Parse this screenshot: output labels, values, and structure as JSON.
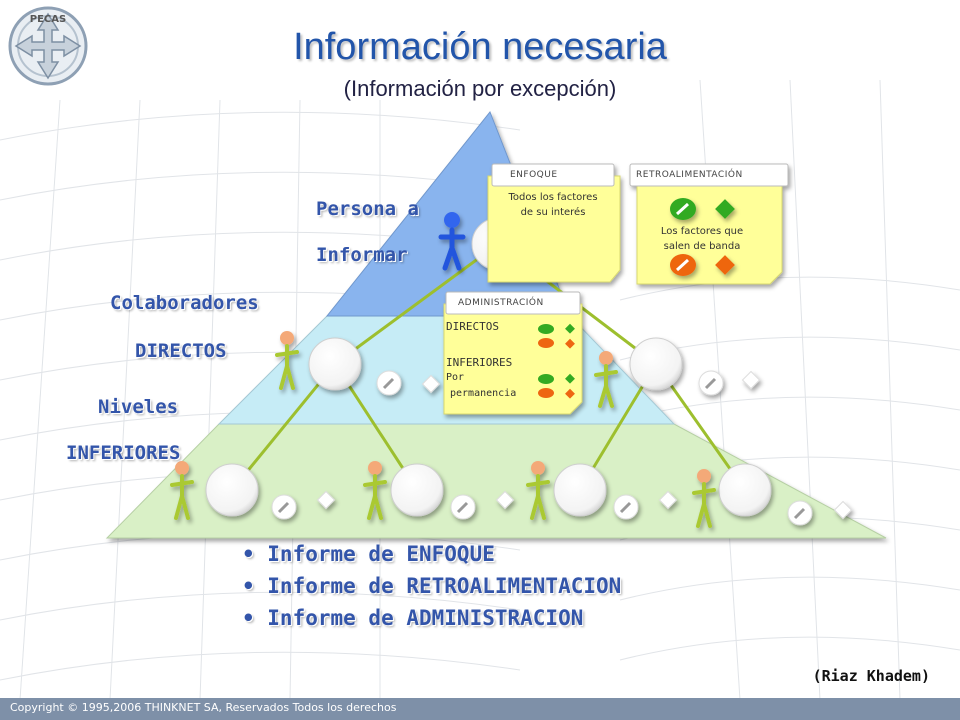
{
  "header": {
    "title": "Información necesaria",
    "subtitle": "(Información por excepción)",
    "logo_text": "PECAS"
  },
  "left_labels": {
    "persona_line1": "Persona a",
    "persona_line2": "Informar",
    "colaboradores_line1": "Colaboradores",
    "colaboradores_line2": "DIRECTOS",
    "niveles_line1": "Niveles",
    "niveles_line2": "INFERIORES"
  },
  "notes": {
    "enfoque": {
      "header": "ENFOQUE",
      "line1": "Todos los factores",
      "line2": "de su interés"
    },
    "retroalimentacion": {
      "header": "RETROALIMENTACIÓN",
      "line1": "Los factores que",
      "line2": "salen de banda"
    },
    "administracion": {
      "header": "ADMINISTRACIÓN",
      "row1": "DIRECTOS",
      "row2": "INFERIORES",
      "row3a": "Por",
      "row3b": "permanencia"
    }
  },
  "bullets": [
    "• Informe de ENFOQUE",
    "• Informe de RETROALIMENTACION",
    "• Informe de ADMINISTRACION"
  ],
  "author": "(Riaz Khadem)",
  "footer": "Copyright © 1995,2006 THINKNET SA, Reservados Todos los derechos",
  "colors": {
    "title": "#2255aa",
    "tier_top": "#89b4ee",
    "tier_middle": "#c6ecf6",
    "tier_bottom": "#d9f0c6",
    "note": "#ffff99",
    "green_icon": "#33aa22",
    "orange_icon": "#ee6611",
    "figure": "#aac933",
    "figure_head": "#f4a978",
    "leader": "#2255dd"
  }
}
